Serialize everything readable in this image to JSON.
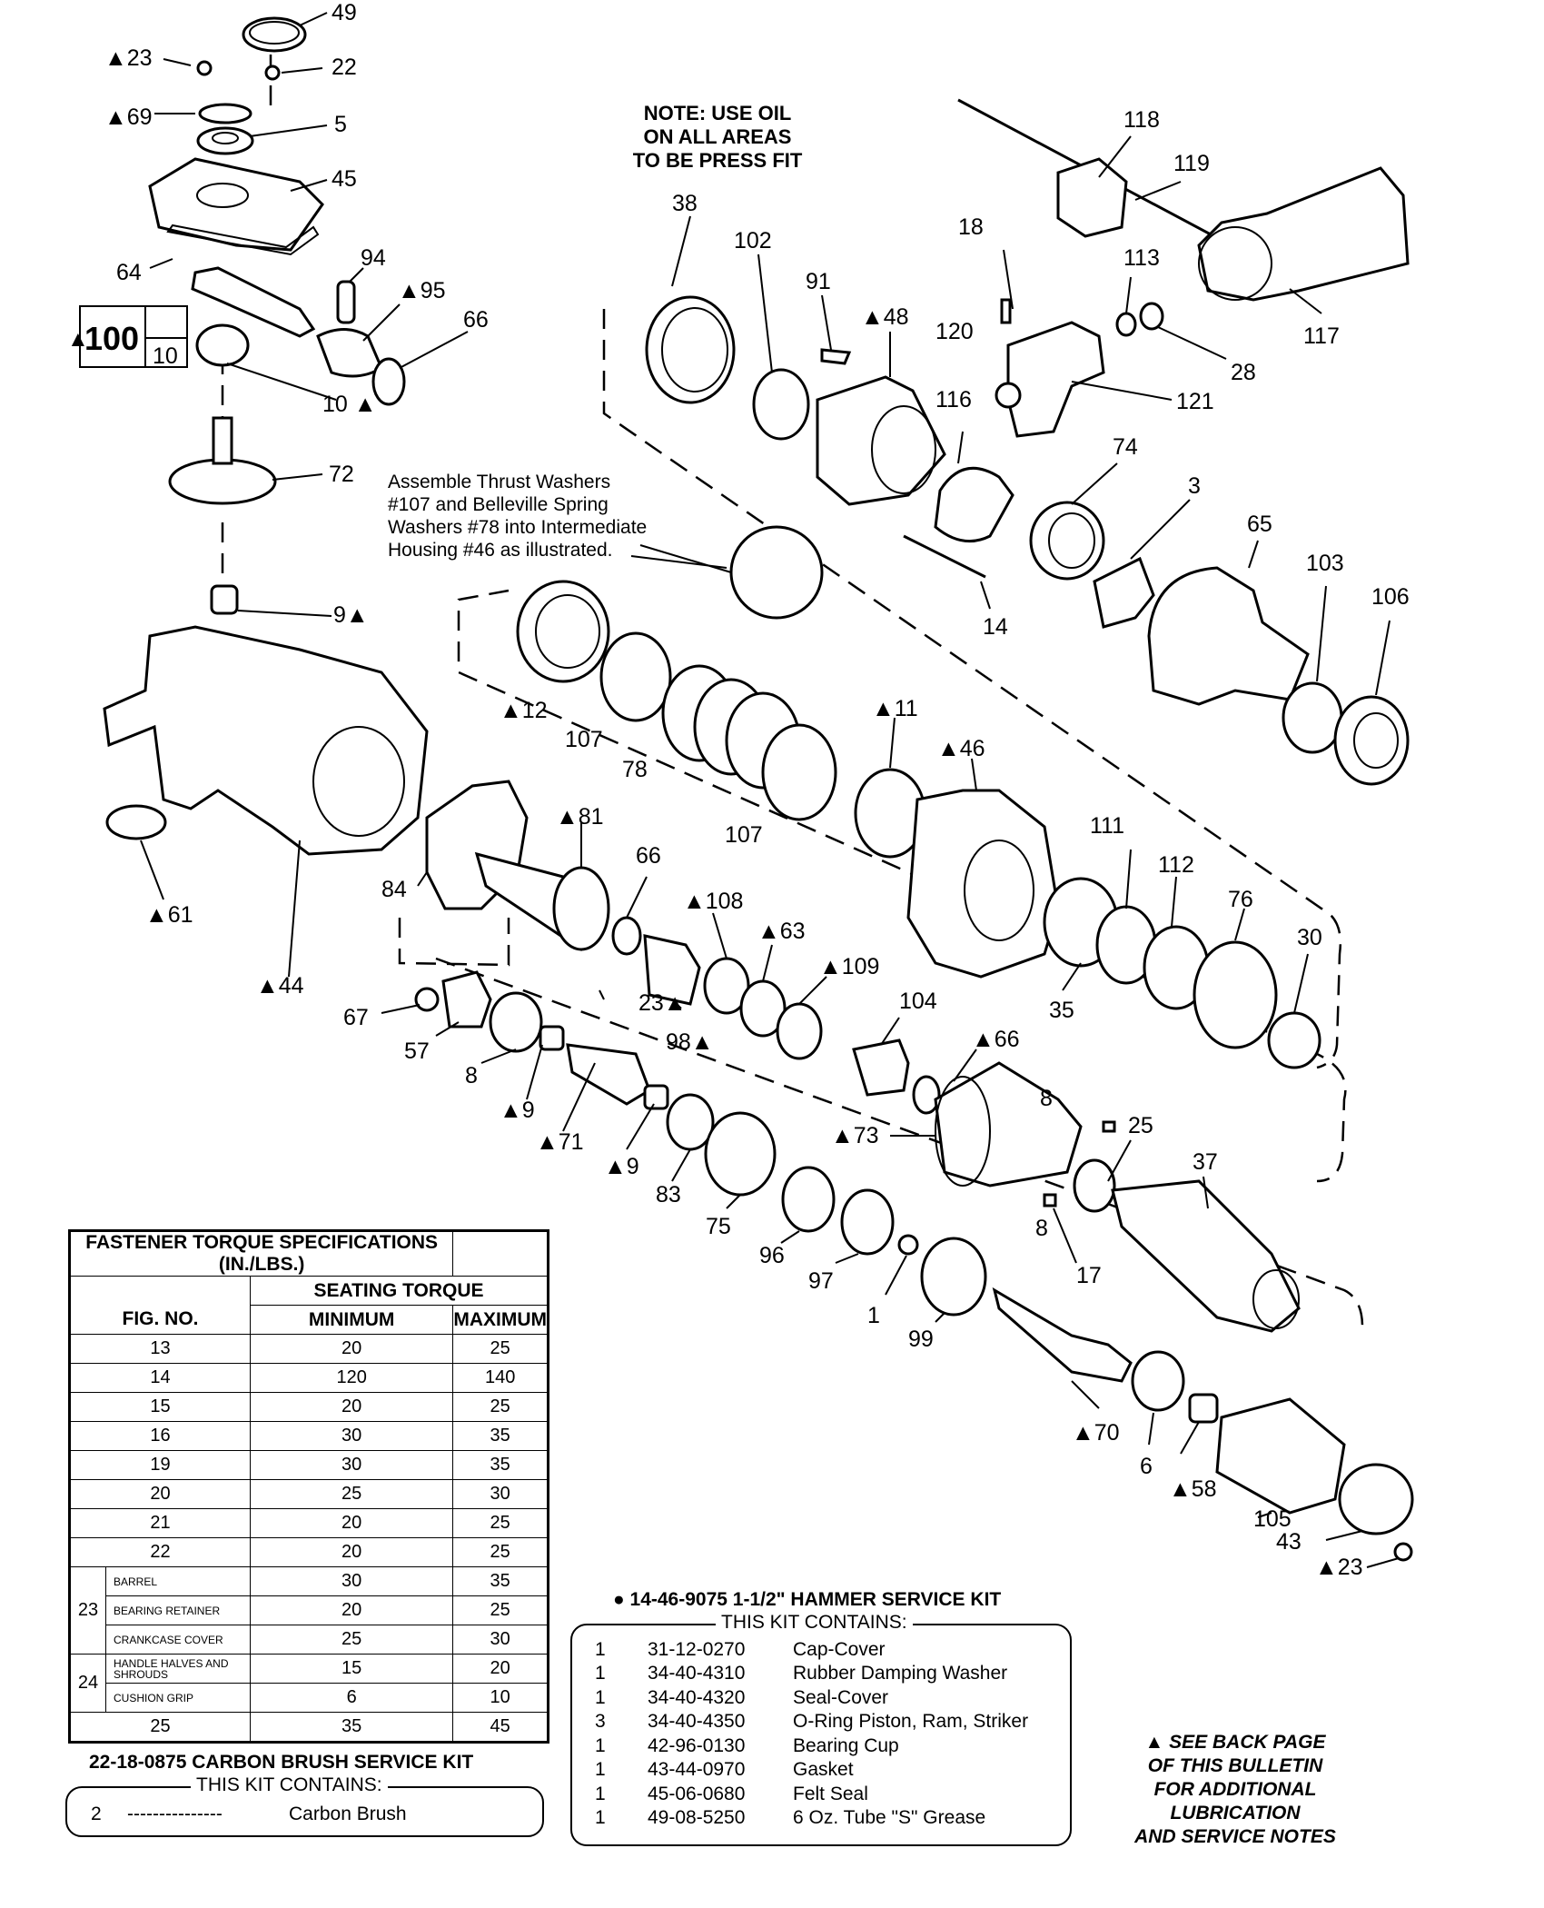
{
  "note": {
    "lines": [
      "NOTE: USE OIL",
      "ON ALL AREAS",
      "TO BE PRESS FIT"
    ]
  },
  "assembly_note": {
    "lines": [
      "Assemble Thrust Washers",
      "#107 and Belleville Spring",
      "Washers #78 into Intermediate",
      "Housing #46 as illustrated."
    ]
  },
  "callouts": [
    {
      "text": "49"
    },
    {
      "text": "▲23"
    },
    {
      "text": "22"
    },
    {
      "text": "▲69"
    },
    {
      "text": "5"
    },
    {
      "text": "45"
    },
    {
      "text": "64"
    },
    {
      "text": "94"
    },
    {
      "text": "▲95"
    },
    {
      "text": "66"
    },
    {
      "text": "10 ▲"
    },
    {
      "text": "72"
    },
    {
      "text": "9▲"
    },
    {
      "text": "▲61"
    },
    {
      "text": "▲44"
    },
    {
      "text": "84"
    },
    {
      "text": "67"
    },
    {
      "text": "57"
    },
    {
      "text": "8"
    },
    {
      "text": "▲9"
    },
    {
      "text": "▲71"
    },
    {
      "text": "▲9"
    },
    {
      "text": "83"
    },
    {
      "text": "75"
    },
    {
      "text": "96"
    },
    {
      "text": "97"
    },
    {
      "text": "1"
    },
    {
      "text": "99"
    },
    {
      "text": "▲70"
    },
    {
      "text": "6"
    },
    {
      "text": "▲58"
    },
    {
      "text": "105"
    },
    {
      "text": "43"
    },
    {
      "text": "▲23"
    },
    {
      "text": "38"
    },
    {
      "text": "102"
    },
    {
      "text": "91"
    },
    {
      "text": "▲48"
    },
    {
      "text": "18"
    },
    {
      "text": "118"
    },
    {
      "text": "119"
    },
    {
      "text": "113"
    },
    {
      "text": "120"
    },
    {
      "text": "116"
    },
    {
      "text": "121"
    },
    {
      "text": "28"
    },
    {
      "text": "117"
    },
    {
      "text": "74"
    },
    {
      "text": "3"
    },
    {
      "text": "14"
    },
    {
      "text": "65"
    },
    {
      "text": "103"
    },
    {
      "text": "106"
    },
    {
      "text": "▲12"
    },
    {
      "text": "107"
    },
    {
      "text": "78"
    },
    {
      "text": "107"
    },
    {
      "text": "▲11"
    },
    {
      "text": "▲46"
    },
    {
      "text": "111"
    },
    {
      "text": "112"
    },
    {
      "text": "76"
    },
    {
      "text": "30"
    },
    {
      "text": "35"
    },
    {
      "text": "▲81"
    },
    {
      "text": "66"
    },
    {
      "text": "▲108"
    },
    {
      "text": "▲63"
    },
    {
      "text": "▲109"
    },
    {
      "text": "104"
    },
    {
      "text": "▲66"
    },
    {
      "text": "23▲"
    },
    {
      "text": "98▲"
    },
    {
      "text": "▲73"
    },
    {
      "text": "8"
    },
    {
      "text": "25"
    },
    {
      "text": "37"
    },
    {
      "text": "8"
    },
    {
      "text": "17"
    }
  ],
  "kit_box_100": {
    "main": "100",
    "sub": "10",
    "marker": "▲"
  },
  "torque_table": {
    "title": "FASTENER TORQUE SPECIFICATIONS (IN./LBS.)",
    "fig_header": "FIG. NO.",
    "group_header": "SEATING TORQUE",
    "min_header": "MINIMUM",
    "max_header": "MAXIMUM",
    "rows": [
      {
        "fig": "13",
        "min": "20",
        "max": "25"
      },
      {
        "fig": "14",
        "min": "120",
        "max": "140"
      },
      {
        "fig": "15",
        "min": "20",
        "max": "25"
      },
      {
        "fig": "16",
        "min": "30",
        "max": "35"
      },
      {
        "fig": "19",
        "min": "30",
        "max": "35"
      },
      {
        "fig": "20",
        "min": "25",
        "max": "30"
      },
      {
        "fig": "21",
        "min": "20",
        "max": "25"
      },
      {
        "fig": "22",
        "min": "20",
        "max": "25"
      }
    ],
    "group23": {
      "fig": "23",
      "rows": [
        {
          "sub": "BARREL",
          "min": "30",
          "max": "35"
        },
        {
          "sub": "BEARING RETAINER",
          "min": "20",
          "max": "25"
        },
        {
          "sub": "CRANKCASE COVER",
          "min": "25",
          "max": "30"
        }
      ]
    },
    "group24": {
      "fig": "24",
      "rows": [
        {
          "sub": "HANDLE HALVES AND SHROUDS",
          "min": "15",
          "max": "20"
        },
        {
          "sub": "CUSHION GRIP",
          "min": "6",
          "max": "10"
        }
      ]
    },
    "last": {
      "fig": "25",
      "min": "35",
      "max": "45"
    }
  },
  "brush_kit": {
    "title": "22-18-0875 CARBON BRUSH SERVICE KIT",
    "contains": "THIS KIT CONTAINS:",
    "items": [
      {
        "qty": "2",
        "part": "---------------",
        "desc": "Carbon Brush"
      }
    ]
  },
  "hammer_kit": {
    "title": "● 14-46-9075 1-1/2\" HAMMER SERVICE KIT",
    "contains": "THIS KIT CONTAINS:",
    "items": [
      {
        "qty": "1",
        "part": "31-12-0270",
        "desc": "Cap-Cover"
      },
      {
        "qty": "1",
        "part": "34-40-4310",
        "desc": "Rubber Damping Washer"
      },
      {
        "qty": "1",
        "part": "34-40-4320",
        "desc": "Seal-Cover"
      },
      {
        "qty": "3",
        "part": "34-40-4350",
        "desc": "O-Ring  Piston, Ram, Striker"
      },
      {
        "qty": "1",
        "part": "42-96-0130",
        "desc": "Bearing Cup"
      },
      {
        "qty": "1",
        "part": "43-44-0970",
        "desc": "Gasket"
      },
      {
        "qty": "1",
        "part": "45-06-0680",
        "desc": "Felt Seal"
      },
      {
        "qty": "1",
        "part": "49-08-5250",
        "desc": "6 Oz. Tube \"S\" Grease"
      }
    ]
  },
  "back_note": {
    "lines": [
      "▲ SEE BACK PAGE",
      "OF THIS BULLETIN",
      "FOR ADDITIONAL",
      "LUBRICATION",
      "AND SERVICE NOTES"
    ]
  }
}
